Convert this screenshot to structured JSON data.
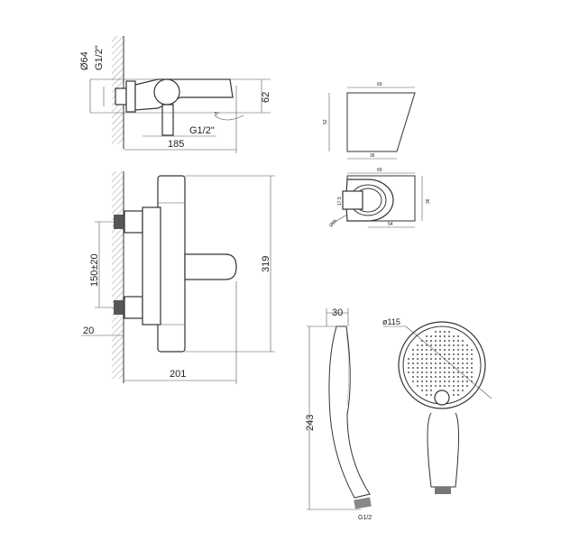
{
  "top_view": {
    "dia": "Ø64",
    "thread_left": "G1/2\"",
    "thread_bottom": "G1/2\"",
    "width": "185",
    "height": "62",
    "angle": "5°"
  },
  "front_view": {
    "spacing": "150±20",
    "offset": "20",
    "height": "319",
    "width": "201"
  },
  "holder_side": {
    "top": "69",
    "left": "52",
    "bottom": "36"
  },
  "holder_top": {
    "top": "69",
    "right": "36",
    "bottom": "54",
    "slot": "17.5",
    "dia": "Ø25"
  },
  "hand_shower_side": {
    "depth": "30",
    "length": "243",
    "thread": "G1/2"
  },
  "hand_shower_front": {
    "dia": "ø115"
  }
}
